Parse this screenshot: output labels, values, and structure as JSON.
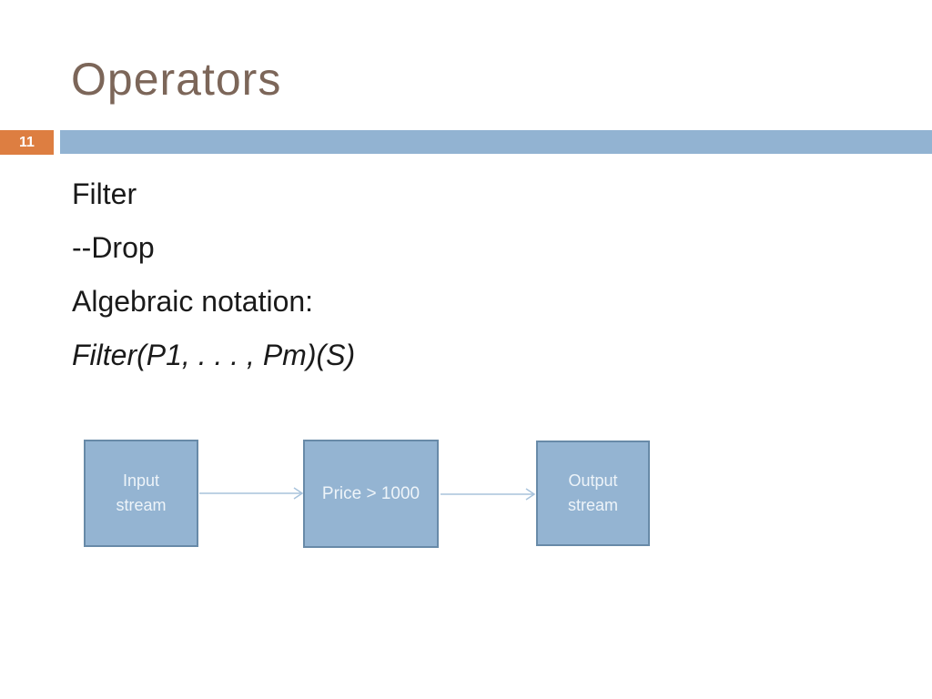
{
  "header": {
    "title": "Operators",
    "slide_number": "11"
  },
  "body": {
    "lines": [
      "Filter",
      "--Drop",
      "Algebraic notation:",
      "Filter(P1, . . . , Pm)(S)"
    ]
  },
  "diagram": {
    "nodes": [
      {
        "id": "input-stream",
        "lines": [
          "Input",
          "stream"
        ]
      },
      {
        "id": "filter-predicate",
        "lines": [
          "Price > 1000"
        ]
      },
      {
        "id": "output-stream",
        "lines": [
          "Output",
          "stream"
        ]
      }
    ],
    "connections": [
      {
        "from": "input-stream",
        "to": "filter-predicate"
      },
      {
        "from": "filter-predicate",
        "to": "output-stream"
      }
    ]
  },
  "colors": {
    "title_text": "#7c6659",
    "slide_number_bg": "#dd7e41",
    "slide_number_text": "#ffffff",
    "band_bg": "#92b3d2",
    "node_fill": "#94b4d2",
    "node_border": "#688aa8",
    "node_text": "#eef4f9",
    "arrow": "#a8c3dc",
    "body_text": "#1a1a1a",
    "background": "#ffffff"
  }
}
